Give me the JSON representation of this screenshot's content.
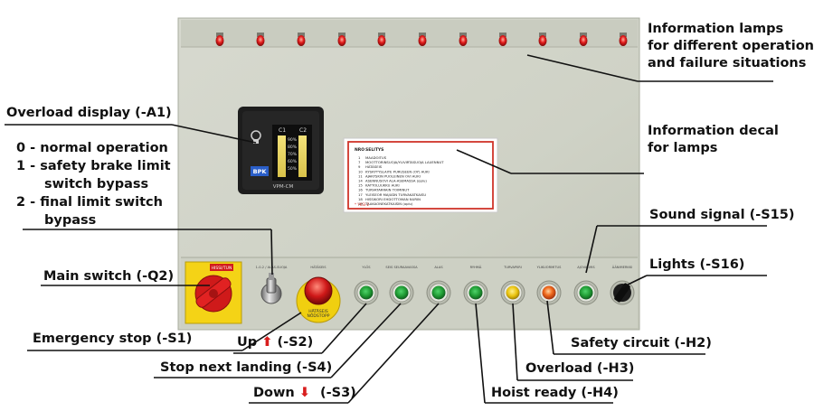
{
  "labels": {
    "info_lamps_1": "Information lamps",
    "info_lamps_2": "for different operation",
    "info_lamps_3": "and failure situations",
    "overload_display": "Overload display (-A1)",
    "info_decal_1": "Information decal",
    "info_decal_2": "for lamps",
    "mode_0": "0 - normal operation",
    "mode_1a": "1 - safety brake limit",
    "mode_1b": "switch bypass",
    "mode_2a": "2 - final limit switch",
    "mode_2b": "bypass",
    "sound_signal": "Sound signal (-S15)",
    "lights": "Lights (-S16)",
    "main_switch": "Main switch (-Q2)",
    "emergency_stop": "Emergency stop (-S1)",
    "up_text": "Up",
    "up_arrow": "⬆",
    "up_code": "(-S2)",
    "stop_next": "Stop next landing (-S4)",
    "down_text": "Down",
    "down_arrow": "⬇",
    "down_code": "(-S3)",
    "safety_circuit": "Safety circuit (-H2)",
    "overload": "Overload (-H3)",
    "hoist_ready": "Hoist ready (-H4)"
  },
  "device": {
    "brand": "BPK",
    "model": "VPM-CM",
    "scale_labels": [
      "C1",
      "C2"
    ],
    "scale_pct": [
      "90%",
      "80%",
      "70%",
      "60%",
      "50%"
    ],
    "main_switch_badge": "HISSI/TUN"
  },
  "decal": {
    "header": [
      "NRO",
      "SELITYS"
    ],
    "rows": [
      [
        "1",
        "MAADOITUS"
      ],
      [
        "7",
        "MOOTTORINSUOJA/YLIVIRTASUOJA LAUENNUT"
      ],
      [
        "9",
        "HÄTÄSEIS"
      ],
      [
        "10",
        "KYSKYTYSLAITE PURUSEEN (OY) AUKI"
      ],
      [
        "11",
        "AJAKYSKIN PUOLEINEN OVI AUKI"
      ],
      [
        "14",
        "ASENNUSOVI ALA-ASEMASSA (oplu)"
      ],
      [
        "15",
        "KATTOLUUKKU AUKI"
      ],
      [
        "16",
        "TURVATARRAIN TOIMINUT"
      ],
      [
        "17",
        "YLEISEOR MAJUDN TURVAKATKAISU"
      ],
      [
        "18",
        "HISSIKORI EHDOTTOMAN NURIN"
      ],
      [
        "19",
        "TAAKAONEKATKAISIN (oplu)"
      ]
    ],
    "footer": "* YKSI-2"
  },
  "buttons": {
    "red_labels": [
      "HÄTÄSEIS",
      "NÖDSTOPP"
    ],
    "top_labels": [
      "1-0-2 / ALAS-SUOJA",
      "HÄTÄSEIS",
      "YLÖS",
      "SEIS SEURAAVASSA",
      "ALAS",
      "RYHMÄ",
      "TURVAPIIRI",
      "YLIKUORMITUS",
      "AJOVALMIS",
      "ÄÄNIMERKKI",
      "VALOT"
    ]
  },
  "colors": {
    "panel": "#cfd2c5",
    "lamp": "#e21b1b",
    "button_green": "#1f9a33",
    "button_yellow": "#e9c20c",
    "button_orange": "#f06a1d",
    "estop_red": "#cf1818",
    "main_switch_yellow": "#f4d316"
  }
}
